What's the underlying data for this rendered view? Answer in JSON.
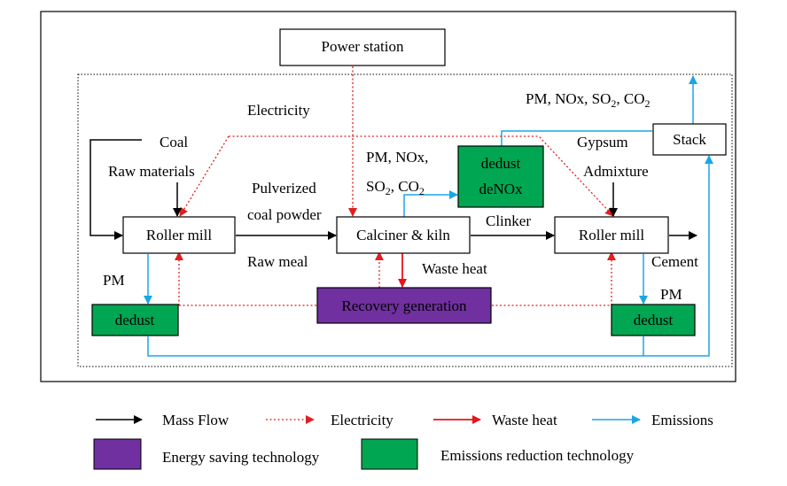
{
  "nodes": {
    "power_station": "Power station",
    "roller_mill_left": "Roller mill",
    "calciner_kiln": "Calciner & kiln",
    "roller_mill_right": "Roller mill",
    "stack": "Stack",
    "dedust_denox_line1": "dedust",
    "dedust_denox_line2": "deNOx",
    "recovery_generation": "Recovery generation",
    "dedust_left": "dedust",
    "dedust_right": "dedust"
  },
  "labels": {
    "electricity": "Electricity",
    "coal": "Coal",
    "raw_materials": "Raw materials",
    "pulverized_line1": "Pulverized",
    "pulverized_line2": "coal powder",
    "raw_meal": "Raw meal",
    "pm_nox_line1": "PM, NOx,",
    "so2_co2_line2_a": "SO",
    "so2_co2_line2_sub1": "2",
    "so2_co2_line2_b": ", CO",
    "so2_co2_line2_sub2": "2",
    "stack_emissions_a": "PM, NOx, SO",
    "stack_emissions_sub1": "2",
    "stack_emissions_b": ", CO",
    "stack_emissions_sub2": "2",
    "gypsum": "Gypsum",
    "admixture": "Admixture",
    "clinker": "Clinker",
    "cement": "Cement",
    "waste_heat": "Waste heat",
    "pm_left": "PM",
    "pm_right": "PM"
  },
  "legend": {
    "mass_flow": "Mass Flow",
    "electricity": "Electricity",
    "waste_heat": "Waste heat",
    "emissions": "Emissions",
    "energy_saving": "Energy saving technology",
    "emissions_reduction": "Emissions reduction technology"
  },
  "colors": {
    "mass_flow": "#000000",
    "electricity": "#e02020",
    "waste_heat": "#e8131b",
    "emissions": "#1aa6e6",
    "energy_saving_fill": "#7030a0",
    "emissions_reduction_fill": "#00a651"
  }
}
